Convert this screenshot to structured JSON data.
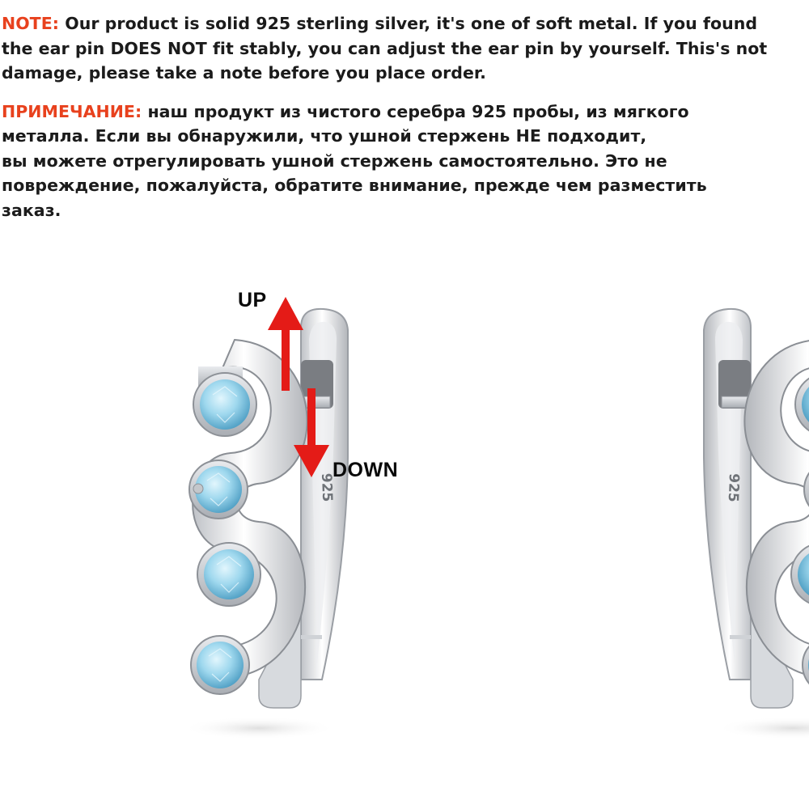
{
  "notes": {
    "en": {
      "label": "NOTE:",
      "lines": [
        "Our product is solid 925 sterling silver, it's one of soft metal. If you found",
        "the ear pin DOES NOT fit stably, you can adjust the ear pin by yourself. This's not",
        "damage, please take a note before you place order."
      ]
    },
    "ru": {
      "label": "ПРИМЕЧАНИЕ:",
      "lines": [
        "наш продукт из чистого серебра 925 пробы, из мягкого",
        "металла. Если вы обнаружили, что ушной стержень НЕ подходит,",
        "вы можете отрегулировать ушной стержень самостоятельно. Это не",
        "повреждение, пожалуйста, обратите внимание, прежде чем разместить",
        "заказ."
      ]
    }
  },
  "arrows": {
    "up": "UP",
    "down": "DOWN"
  },
  "stamp": "925",
  "colors": {
    "label": "#e8411d",
    "arrow": "#e41b17",
    "text": "#1b1b1b",
    "gem": "#8fd0ea"
  },
  "icons": [
    "up-arrow-icon",
    "down-arrow-icon"
  ]
}
